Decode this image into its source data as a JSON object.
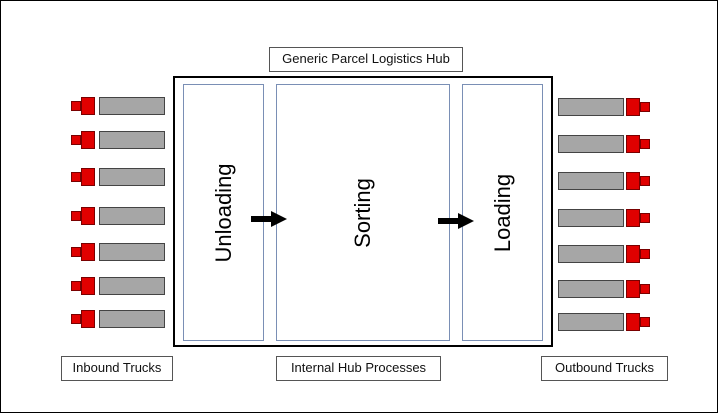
{
  "diagram": {
    "hub_title": "Generic Parcel Logistics Hub",
    "zones": {
      "unloading": "Unloading",
      "sorting": "Sorting",
      "loading": "Loading"
    },
    "footer_labels": {
      "inbound": "Inbound Trucks",
      "internal": "Internal Hub Processes",
      "outbound": "Outbound Trucks"
    },
    "colors": {
      "truck_cab": "#e00000",
      "truck_trailer": "#a6a6a6",
      "zone_border": "#7a8fb5"
    },
    "inbound_truck_count": 7,
    "outbound_truck_count": 7
  }
}
